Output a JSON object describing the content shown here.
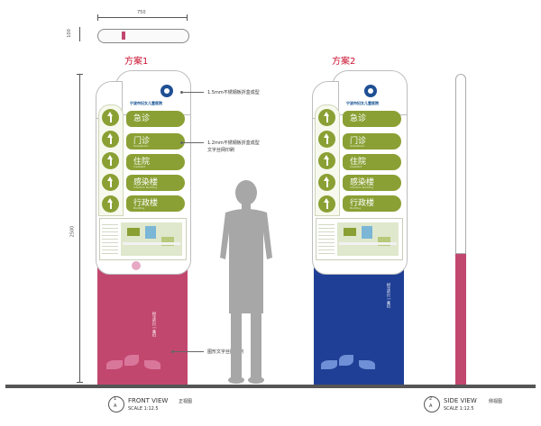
{
  "top_view": {
    "width_label": "750",
    "depth_label": "100"
  },
  "height_label": "2500",
  "schemes": [
    {
      "title": "方案1",
      "base_color": "#c2476f"
    },
    {
      "title": "方案2",
      "base_color": "#1f3f96"
    }
  ],
  "hospital_name": "宁波市妇女儿童医院",
  "hospital_name_en": "NINGBO WOMEN & CHILDREN'S HOSPITAL",
  "destinations": [
    {
      "cn": "急诊",
      "en": "Emergency"
    },
    {
      "cn": "门诊",
      "en": "Outpatient"
    },
    {
      "cn": "住院",
      "en": "Inpatient"
    },
    {
      "cn": "感染楼",
      "en": "Infection Building"
    },
    {
      "cn": "行政楼",
      "en": "Building"
    }
  ],
  "vertical_text": "树法听行 | 童妇",
  "annotations": [
    "1.5mm不锈钢板折盒成型",
    "1.2mm不锈钢板折盒成型",
    "文字丝网印刷",
    "图形文字丝网印刷"
  ],
  "views": [
    {
      "num": "1",
      "sub": "A",
      "name": "FRONT VIEW",
      "cn": "正视图",
      "scale": "SCALE 1:12.5"
    },
    {
      "num": "2",
      "sub": "A",
      "name": "SIDE VIEW",
      "cn": "侧视图",
      "scale": "SCALE 1:12.5"
    }
  ],
  "colors": {
    "accent_green": "#8aa034",
    "pink": "#c2476f",
    "blue": "#1f3f96",
    "ground": "#555555"
  }
}
